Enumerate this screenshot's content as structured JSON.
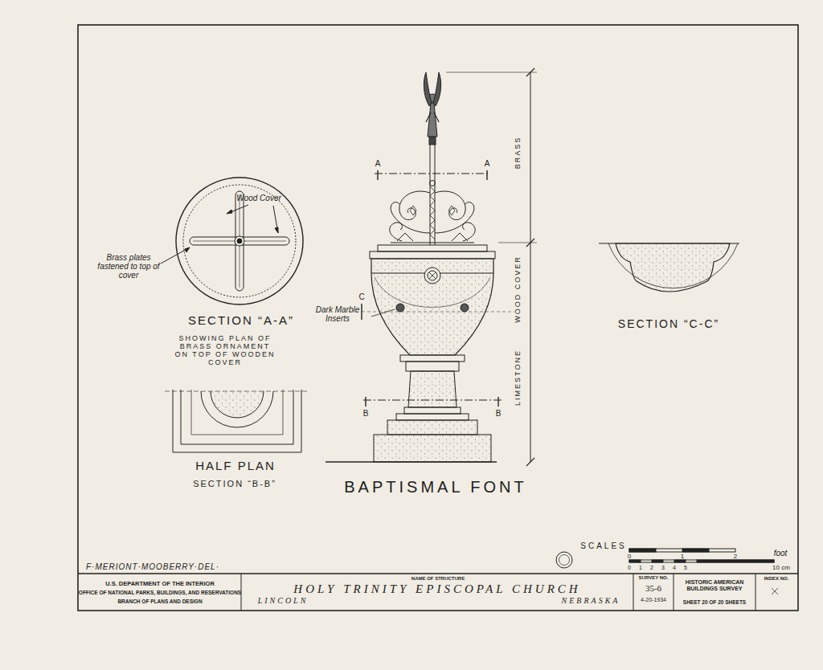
{
  "diagram": {
    "title": "BAPTISMAL FONT",
    "labels": [
      "Wood Cover",
      "Brass plates fastened to top of cover",
      "SECTION “A-A”",
      "SHOWING PLAN OF BRASS ORNAMENT ON TOP OF WOODEN COVER",
      "HALF PLAN",
      "SECTION “B-B”",
      "A",
      "A",
      "B",
      "B",
      "C",
      "C",
      "Dark Marble Inserts",
      "BRASS",
      "WOOD COVER",
      "LIMESTONE",
      "SECTION “C-C”",
      "SCALES",
      "0",
      "1",
      "2",
      "foot",
      "0",
      "1",
      "2",
      "3",
      "4",
      "5",
      "10 cm",
      "F·MERIONT·MOOBERRY·DEL·",
      "U.S. DEPARTMENT OF THE INTERIOR",
      "OFFICE OF NATIONAL PARKS, BUILDINGS, AND RESERVATIONS",
      "BRANCH OF PLANS AND DESIGN",
      "NAME OF STRUCTURE",
      "HOLY TRINITY EPISCOPAL CHURCH",
      "LINCOLN",
      "NEBRASKA",
      "SURVEY NO.",
      "35-6",
      "4-20-1934",
      "HISTORIC AMERICAN BUILDINGS SURVEY",
      "SHEET 20 OF 20 SHEETS",
      "INDEX NO."
    ]
  }
}
